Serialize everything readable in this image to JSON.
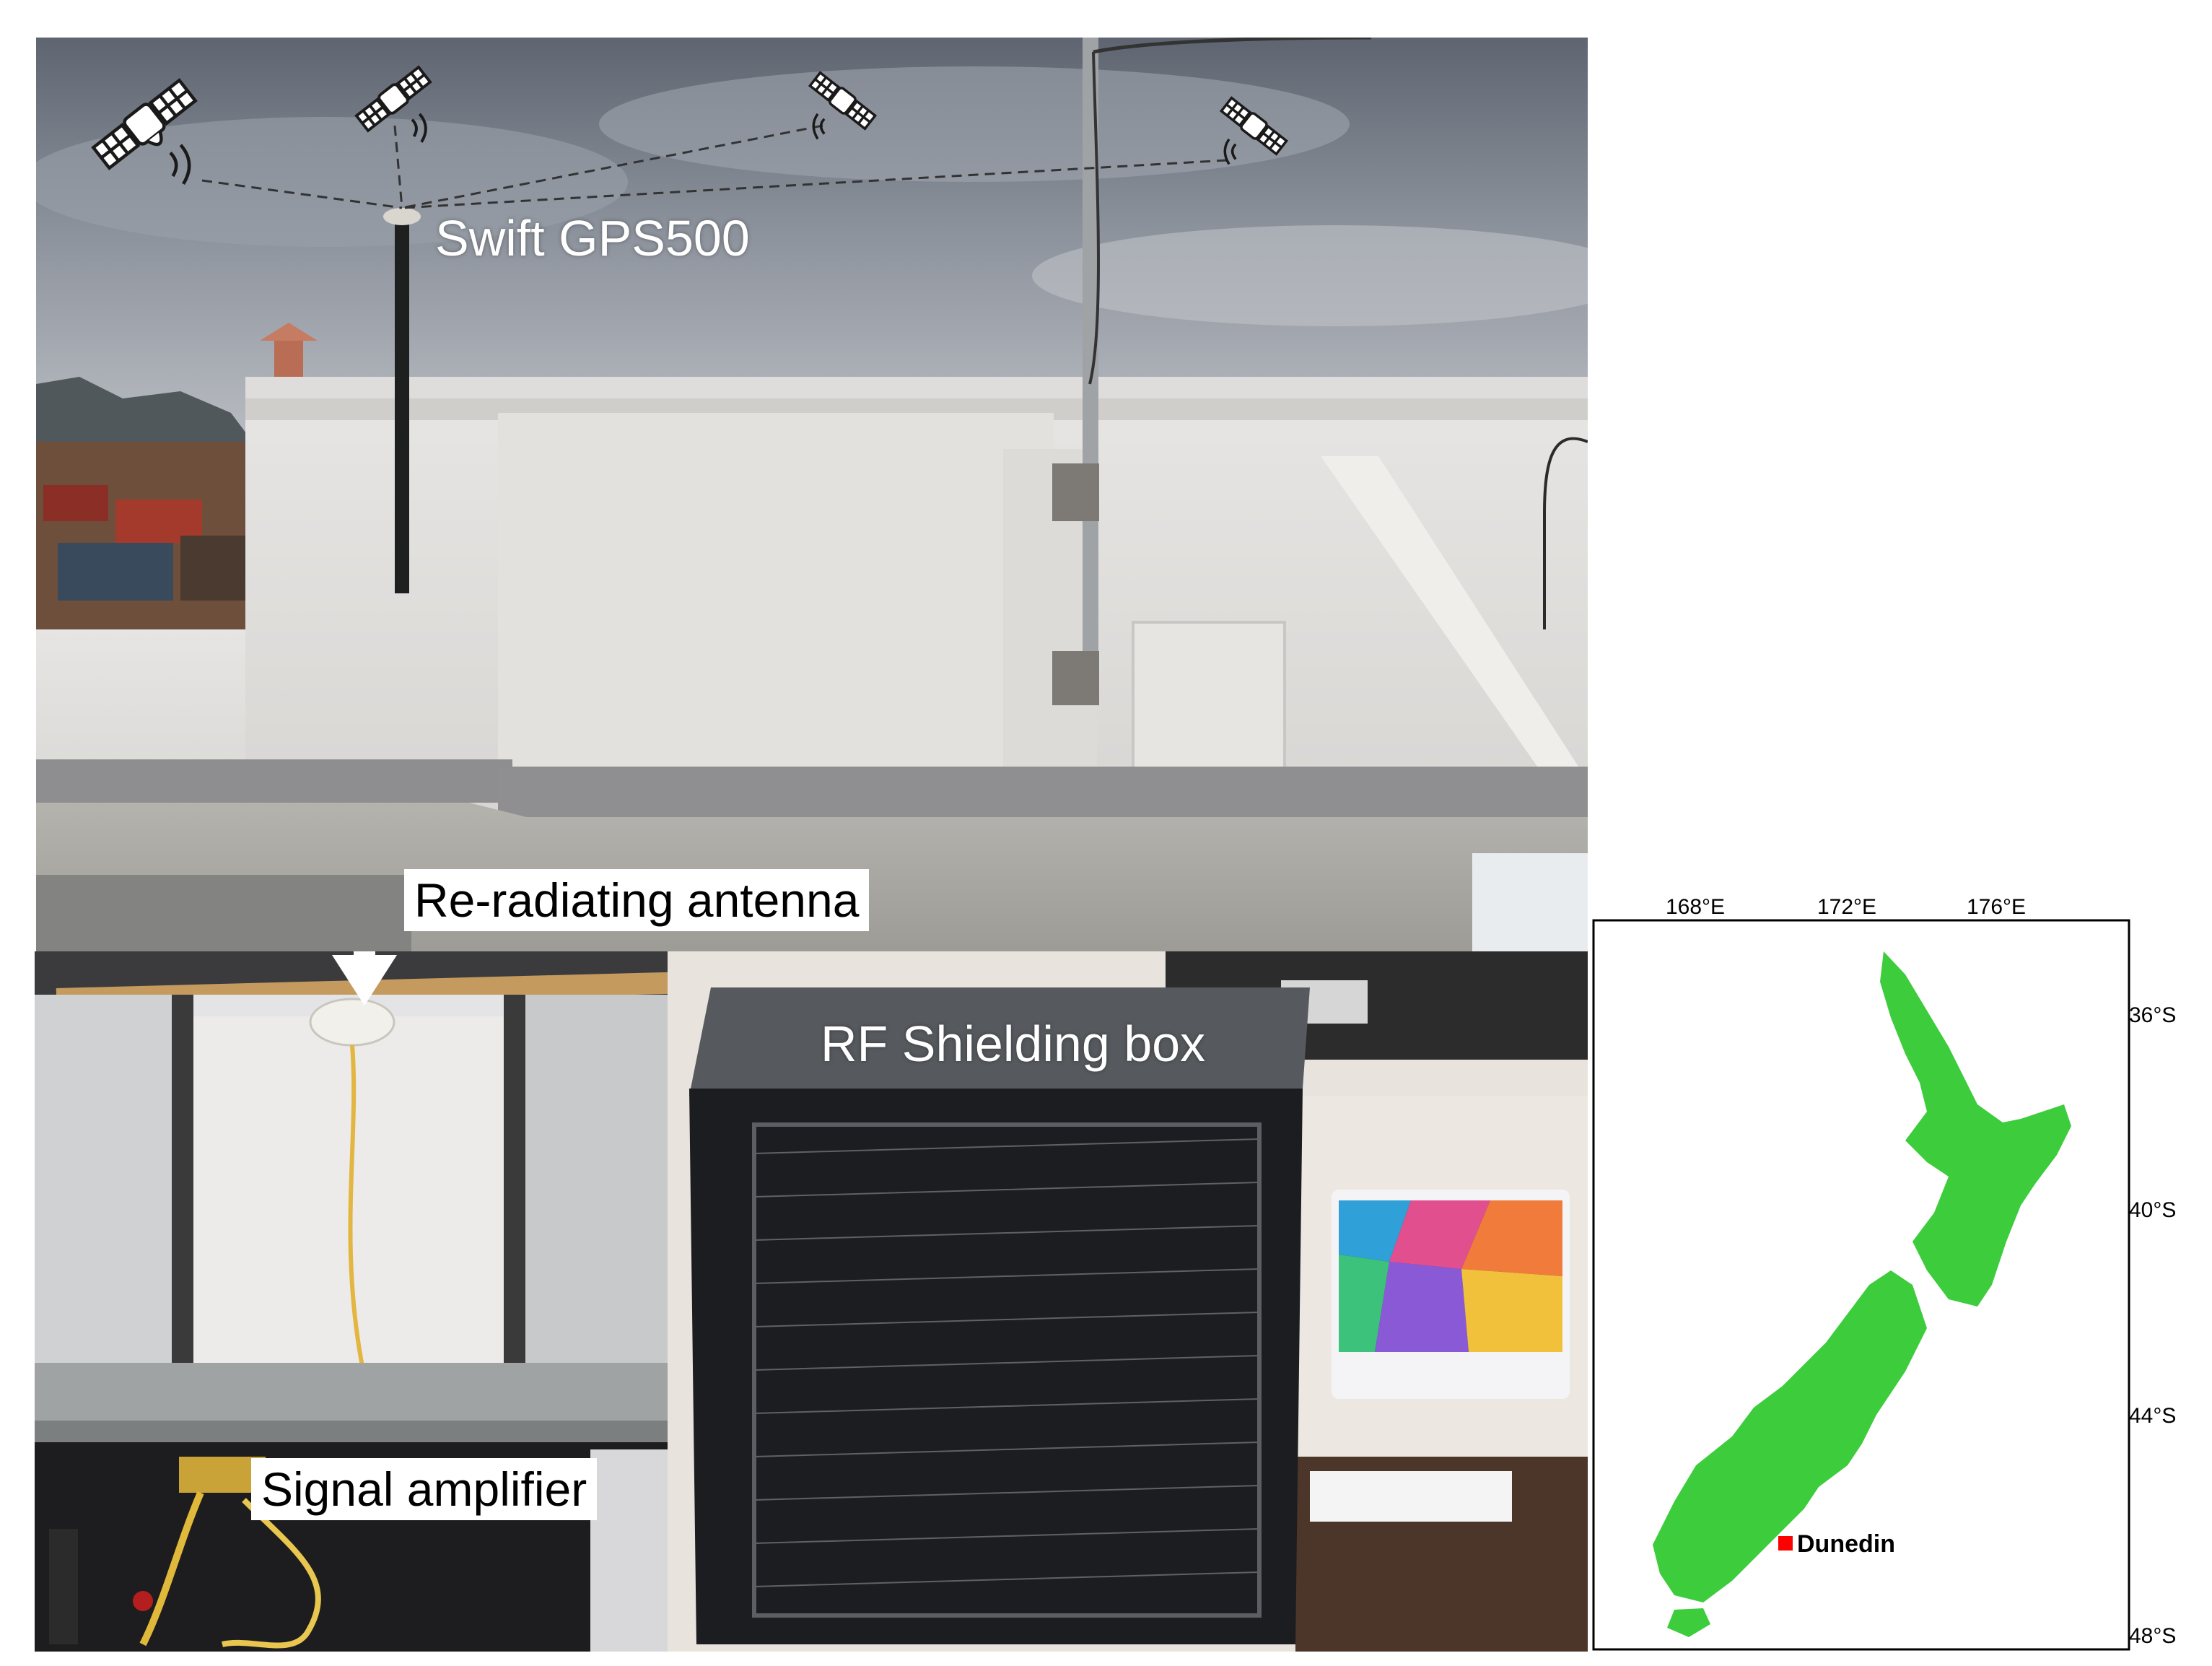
{
  "figure": {
    "roof_label": "Swift GPS500",
    "antenna_label": "Re-radiating antenna",
    "amplifier_label": "Signal amplifier",
    "box_label": "RF Shielding box"
  },
  "map": {
    "lon_labels": [
      "168°E",
      "172°E",
      "176°E"
    ],
    "lat_labels": [
      "36°S",
      "40°S",
      "44°S",
      "48°S"
    ],
    "city_label": "Dunedin",
    "land_color": "#3ccc3c",
    "marker_color": "#ff0000"
  },
  "icons": [
    "satellite-icon",
    "satellite-icon",
    "satellite-icon",
    "satellite-icon"
  ]
}
